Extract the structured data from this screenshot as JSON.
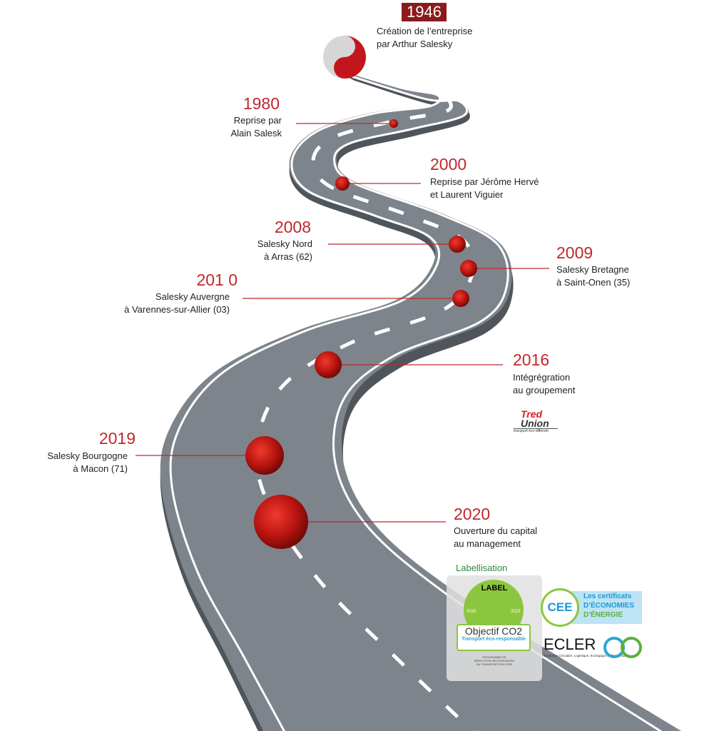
{
  "timeline": [
    {
      "year": "1946",
      "lines": [
        "Création de l’entreprise",
        "par Arthur Salesky"
      ]
    },
    {
      "year": "1980",
      "lines": [
        "Reprise par",
        "Alain Salesk"
      ]
    },
    {
      "year": "2000",
      "lines": [
        "Reprise par Jérôme Hervé",
        "et Laurent Viguier"
      ]
    },
    {
      "year": "2008",
      "lines": [
        "Salesky Nord",
        "à Arras (62)"
      ]
    },
    {
      "year": "2009",
      "lines": [
        "Salesky Bretagne",
        "à Saint-Onen (35)"
      ]
    },
    {
      "year": "201 0",
      "lines": [
        "Salesky Auvergne",
        "à Varennes-sur-Allier (03)"
      ]
    },
    {
      "year": "2016",
      "lines": [
        "Intégrégration",
        "au groupement"
      ]
    },
    {
      "year": "2019",
      "lines": [
        "Salesky Bourgogne",
        "à Macon (71)"
      ]
    },
    {
      "year": "2020",
      "lines": [
        "Ouverture du capital",
        "au management"
      ]
    }
  ],
  "tred": {
    "a": "Tred",
    "b": "Union",
    "sub": "transport éco-différent"
  },
  "labels": {
    "title": "Labellisation",
    "objectif": {
      "label": "LABEL",
      "years": [
        "2020",
        "2023"
      ],
      "name": "Objectif CO2",
      "sub": "Transport éco-responsable",
      "prog": "PROGRAMME DE RÉDUCTION DES ÉMISSIONS DU TRANSPORT ROUTIER"
    },
    "cee": {
      "abbr": "CEE",
      "l1": "Les certificats",
      "l2": "D’ÉCONOMIES",
      "l3": "D’ÉNERGIE"
    },
    "ecler": {
      "name": "ECLER",
      "sub": "Économie Circulaire, Logistique, Écologique et Responsable"
    }
  },
  "colors": {
    "accent": "#c0272d",
    "road": "#7d848b",
    "green": "#2c8a3c"
  }
}
